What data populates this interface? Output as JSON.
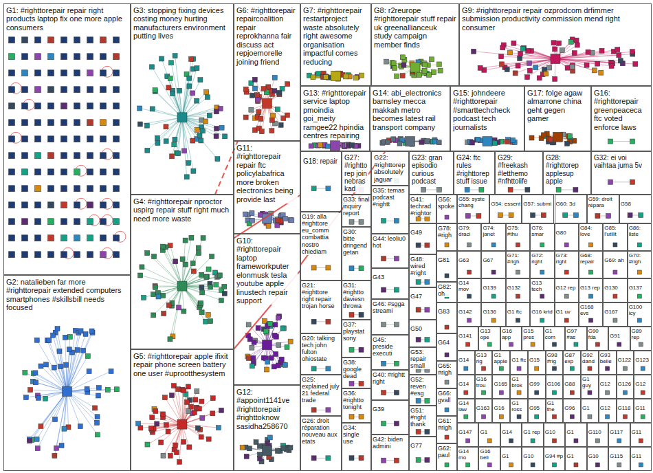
{
  "diagram": {
    "nodes": [
      {
        "text": [
          "G1: #righttorepair repair right products laptop fix one more apple consumers"
        ]
      },
      {
        "text": [
          "G3: stopping fixing devices costing money hurting manufacturers environment putting lives"
        ]
      },
      {
        "text": [
          "G6: #righttorepair repaircoalition repair reprokhanna fair discuss act repjoemorelle joining friend"
        ]
      },
      {
        "text": [
          "G7: #righttorepair restartproject waste absolutely right awesome organisation impactful comes reducing"
        ]
      },
      {
        "text": [
          "G8: r2reurope #righttorepair stuff repair uk greenallianceuk study campaign member finds"
        ]
      },
      {
        "text": [
          "G9: #righttorepair repair ozprodcom drfimmer submission productivity commission mend right consumer"
        ]
      },
      {
        "text": [
          "G11: #righttorepair repair ftc policylabafrica more broken electronics being provide last"
        ]
      },
      {
        "text": [
          "G13: #righttorepair service laptop pmoindia goi_meity ramgee22 hpindia centres repairing"
        ]
      },
      {
        "text": [
          "G14: abi_electronics barnsley mecca makkah metro becomes latest rail transport company"
        ]
      },
      {
        "text": [
          "G15: johndeere #righttorepair #smarttechcheck podcast tech journalists"
        ]
      },
      {
        "text": [
          "G17: folge agaw almarrone china geht gegen gamer"
        ]
      },
      {
        "text": [
          "G16: #righttorepair greenpeaceca ftc voted enforce laws"
        ]
      },
      {
        "text": [
          "G2: natalieben far more #righttorepair extended computers smartphones #skillsbill needs focused"
        ]
      },
      {
        "text": [
          "G4: #righttorepair nproctor uspirg repair stuff right much need more waste"
        ]
      },
      {
        "text": [
          "G5: #righttorepair apple ifixit repair phone screen battery one user #uprootthesystem"
        ]
      },
      {
        "text": [
          "G10: #righttorepair laptop frameworkputer elonmusk tesla youtube apple linustech repair support"
        ]
      },
      {
        "text": [
          "G12: #appoint1141ve #righttorepair #righttoknow sasidha258670"
        ]
      },
      {
        "text": [
          "G18: repair"
        ]
      },
      {
        "text": [
          "G27: #righttorep join nebraskad"
        ]
      },
      {
        "text": [
          "G22: #righttorep absolutely jaguar"
        ]
      },
      {
        "text": [
          "G23: gran episodio curious podcast"
        ]
      },
      {
        "text": [
          "G24: ftc rules #righttorep stuff issue"
        ]
      },
      {
        "text": [
          "G29: #freekash #letthemo #nfhttolife"
        ]
      },
      {
        "text": [
          "G28: #righttorep applesup apple"
        ]
      },
      {
        "text": [
          "G32: ei voi vaihtaa juma 5v"
        ]
      },
      {
        "text": [
          "G19: alla #righttore eu_comm combattia nostro chiediam"
        ]
      },
      {
        "text": [
          "G21: #righttore right repair trojan horse"
        ]
      },
      {
        "text": [
          "G20: talking tech john fulton ohiostate"
        ]
      },
      {
        "text": [
          "G25: explained july 21 federal trade"
        ]
      },
      {
        "text": [
          "G26: droit réparation nouveau aux etats"
        ]
      },
      {
        "text": [
          "G33: final inquiry report"
        ]
      },
      {
        "text": [
          "G30: bitte dringend getan"
        ]
      },
      {
        "text": [
          "G31: #rightto daviesn throwa"
        ]
      },
      {
        "text": [
          "G37: playstat sony"
        ]
      },
      {
        "text": [
          "G38: google dead"
        ]
      },
      {
        "text": [
          "G36: #rightto tonight"
        ]
      },
      {
        "text": [
          "G34: single use"
        ]
      },
      {
        "text": [
          "G35: temas podcast #rightt"
        ]
      },
      {
        "text": [
          "G44: leoliu0 hot"
        ]
      },
      {
        "text": [
          "G43"
        ]
      },
      {
        "text": [
          "G46: #sgga streami"
        ]
      },
      {
        "text": [
          "G45: preside executi"
        ]
      },
      {
        "text": [
          "G40: #rightt right"
        ]
      },
      {
        "text": [
          "G39"
        ]
      },
      {
        "text": [
          "G42: biden admini"
        ]
      },
      {
        "text": [
          "G41: techrad #rightor"
        ]
      },
      {
        "text": [
          "G49"
        ]
      },
      {
        "text": [
          "G48: wired #right"
        ]
      },
      {
        "text": [
          "G47"
        ]
      },
      {
        "text": [
          "G50"
        ]
      },
      {
        "text": [
          "G53: repair small"
        ]
      },
      {
        "text": [
          "G52: reven #esg"
        ]
      },
      {
        "text": [
          "G51: #right thank"
        ]
      },
      {
        "text": [
          "G77"
        ]
      },
      {
        "text": [
          "G56: spoke"
        ]
      },
      {
        "text": [
          "G78: #righ"
        ]
      },
      {
        "text": [
          "G81"
        ]
      },
      {
        "text": [
          "G82: oh"
        ]
      },
      {
        "text": [
          "G83"
        ]
      },
      {
        "text": [
          "G64"
        ]
      },
      {
        "text": [
          "G65: #righ"
        ]
      },
      {
        "text": [
          "G66: gvall"
        ]
      },
      {
        "text": [
          "G61: #righ"
        ]
      },
      {
        "text": [
          "G62: paul"
        ]
      },
      {
        "text": [
          "G55: syste chang"
        ]
      },
      {
        "text": [
          "G54: essent"
        ]
      },
      {
        "text": [
          "G57: submi"
        ]
      },
      {
        "text": [
          "G60: 3d"
        ]
      },
      {
        "text": [
          "G59: droit répara"
        ]
      },
      {
        "text": [
          "G58"
        ]
      },
      {
        "text": [
          "G79: draci"
        ]
      },
      {
        "text": [
          "G74: janet"
        ]
      },
      {
        "text": [
          "G75: #thu"
        ]
      },
      {
        "text": [
          "G76: smar"
        ]
      },
      {
        "text": [
          "G80"
        ]
      },
      {
        "text": [
          "G84: love"
        ]
      },
      {
        "text": [
          "G85: l'utilit"
        ]
      },
      {
        "text": [
          "G86: liste"
        ]
      },
      {
        "text": [
          "G63"
        ]
      },
      {
        "text": [
          "G67"
        ]
      },
      {
        "text": [
          "G71: #righ"
        ]
      },
      {
        "text": [
          "G72: right"
        ]
      },
      {
        "text": [
          "G73: right"
        ]
      },
      {
        "text": [
          "G68: repair"
        ]
      },
      {
        "text": [
          "G69: ah"
        ]
      },
      {
        "text": [
          "G70: #righ"
        ]
      },
      {
        "text": [
          "G14 mov"
        ]
      },
      {
        "text": [
          "G139"
        ]
      },
      {
        "text": [
          "G132"
        ]
      },
      {
        "text": [
          "G13 tech"
        ]
      },
      {
        "text": [
          "G12 rep"
        ]
      },
      {
        "text": [
          "G13 rep"
        ]
      },
      {
        "text": [
          "G130"
        ]
      },
      {
        "text": [
          "G137"
        ]
      },
      {
        "text": [
          "G142"
        ]
      },
      {
        "text": [
          "G136"
        ]
      },
      {
        "text": [
          "G1 ftc"
        ]
      },
      {
        "text": [
          "G16 krtd"
        ]
      },
      {
        "text": [
          "G1 uv"
        ]
      },
      {
        "text": [
          "G168 evs"
        ]
      },
      {
        "text": [
          "G167"
        ]
      },
      {
        "text": [
          "G100 icy"
        ]
      },
      {
        "text": [
          "G141"
        ]
      },
      {
        "text": [
          "G13 ope"
        ]
      },
      {
        "text": [
          "G16 app"
        ]
      },
      {
        "text": [
          "G15 pres"
        ]
      },
      {
        "text": [
          "G1 com"
        ]
      },
      {
        "text": [
          "G97 #as"
        ]
      },
      {
        "text": [
          "G90 fda"
        ]
      },
      {
        "text": [
          "G91"
        ]
      },
      {
        "text": [
          "G89 rep"
        ]
      },
      {
        "text": [
          "G14"
        ]
      },
      {
        "text": [
          "G13 rig"
        ]
      },
      {
        "text": [
          "G1 apple"
        ]
      },
      {
        "text": [
          "G1 ftc"
        ]
      },
      {
        "text": [
          "G15"
        ]
      },
      {
        "text": [
          "G98 #rig"
        ]
      },
      {
        "text": [
          "G87 exp"
        ]
      },
      {
        "text": [
          "G92 dand"
        ]
      },
      {
        "text": [
          "G93 belie"
        ]
      },
      {
        "text": [
          "G122"
        ]
      },
      {
        "text": [
          "G123"
        ]
      },
      {
        "text": [
          "G14"
        ]
      },
      {
        "text": [
          "G16 trou"
        ]
      },
      {
        "text": [
          "G165"
        ]
      },
      {
        "text": [
          "G1 brok"
        ]
      },
      {
        "text": [
          "G99"
        ]
      },
      {
        "text": [
          "G106"
        ]
      },
      {
        "text": [
          "G88"
        ]
      },
      {
        "text": [
          "G1 guy"
        ]
      },
      {
        "text": [
          "G12"
        ]
      },
      {
        "text": [
          "G126"
        ]
      },
      {
        "text": [
          "G12"
        ]
      },
      {
        "text": [
          "G14 law"
        ]
      },
      {
        "text": [
          "G163"
        ]
      },
      {
        "text": [
          "G16"
        ]
      },
      {
        "text": [
          "G1 ross"
        ]
      },
      {
        "text": [
          "G95"
        ]
      },
      {
        "text": [
          "G1 the"
        ]
      },
      {
        "text": [
          "G96"
        ]
      },
      {
        "text": [
          "G1"
        ]
      },
      {
        "text": [
          "G12"
        ]
      },
      {
        "text": [
          "G118"
        ]
      },
      {
        "text": [
          "G11"
        ]
      },
      {
        "text": [
          "G147"
        ]
      },
      {
        "text": [
          "G1"
        ]
      },
      {
        "text": [
          "G14"
        ]
      },
      {
        "text": [
          "G1 rep"
        ]
      },
      {
        "text": [
          "G10"
        ]
      },
      {
        "text": [
          "G1"
        ]
      },
      {
        "text": [
          "G110"
        ]
      },
      {
        "text": [
          "G117"
        ]
      },
      {
        "text": [
          "G11"
        ]
      },
      {
        "text": [
          "G14 mo"
        ]
      },
      {
        "text": [
          "G16 beli"
        ]
      },
      {
        "text": [
          "G1"
        ]
      },
      {
        "text": [
          "G10"
        ]
      },
      {
        "text": [
          "G94 #p"
        ]
      },
      {
        "text": [
          "G1"
        ]
      },
      {
        "text": [
          "G10"
        ]
      },
      {
        "text": [
          "G115"
        ]
      },
      {
        "text": [
          "G11"
        ]
      }
    ],
    "edges": [
      {
        "from": 13,
        "to": 2,
        "arrow": "none"
      },
      {
        "from": 13,
        "to": 17,
        "arrow": "none"
      },
      {
        "from": 14,
        "to": 25,
        "arrow": "none"
      },
      {
        "from": 15,
        "to": 8,
        "arrow": "none"
      }
    ]
  }
}
